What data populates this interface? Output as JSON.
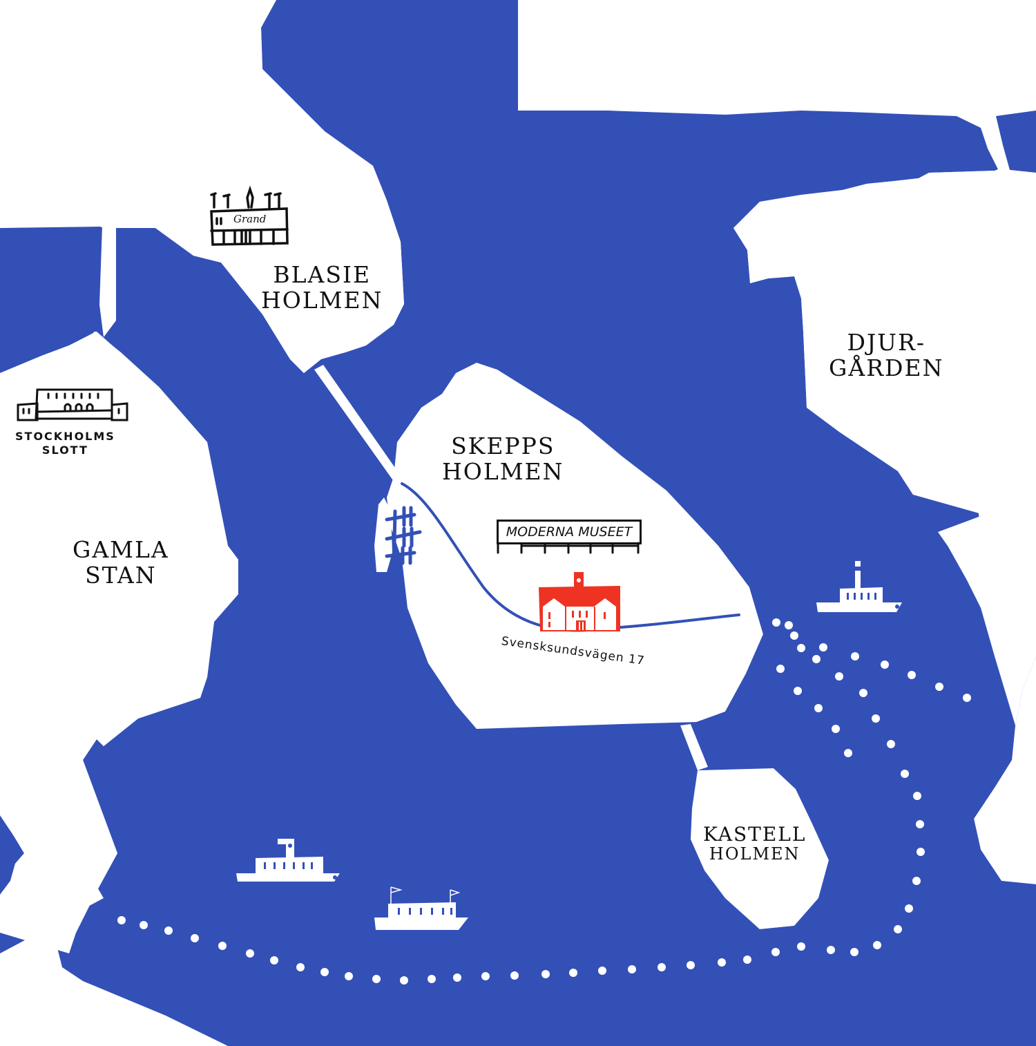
{
  "map": {
    "style": "hand-drawn illustrated map",
    "colors": {
      "water": "#3350B7",
      "land": "#FFFFFF",
      "ink": "#111111",
      "highlight": "#EE3322"
    },
    "areas": [
      {
        "id": "blasieholmen",
        "lines": [
          "BLASIE",
          "HOLMEN"
        ]
      },
      {
        "id": "djurgarden",
        "lines": [
          "DJUR-",
          "GÅRDEN"
        ]
      },
      {
        "id": "skeppsholmen",
        "lines": [
          "SKEPPS",
          "HOLMEN"
        ]
      },
      {
        "id": "gamla-stan",
        "lines": [
          "GAMLA",
          "STAN"
        ]
      },
      {
        "id": "kastellholmen",
        "lines": [
          "KASTELL",
          "HOLMEN"
        ]
      }
    ],
    "landmarks": {
      "grand_hotel": {
        "sign": "Grand"
      },
      "stockholms_slott": {
        "lines": [
          "STOCKHOLMS",
          "SLOTT"
        ]
      },
      "moderna_museet": {
        "sign": "MODERNA MUSEET"
      },
      "destination": {
        "icon": "red-building-icon",
        "address": "Svensksundsvägen 17"
      }
    },
    "boats": [
      {
        "id": "boat-east",
        "icon": "steamboat-icon"
      },
      {
        "id": "boat-south-1",
        "icon": "ferry-icon"
      },
      {
        "id": "boat-south-2",
        "icon": "ferry-flags-icon"
      }
    ],
    "route": {
      "icon": "dotted-ferry-route"
    }
  }
}
